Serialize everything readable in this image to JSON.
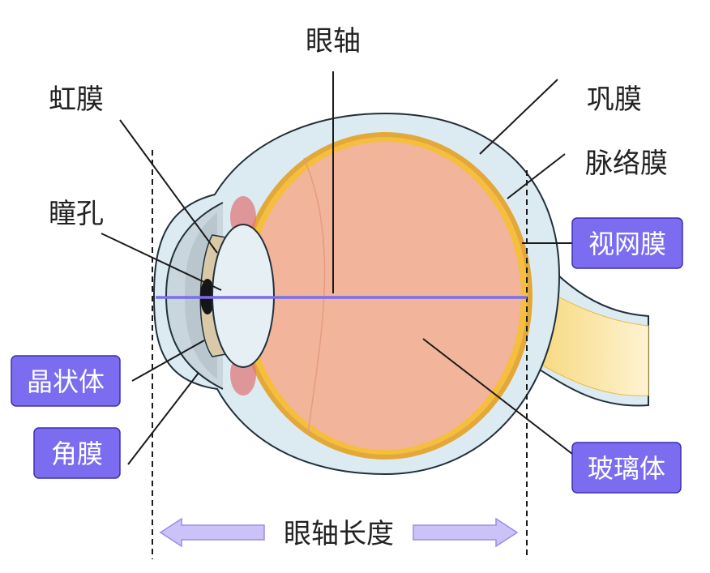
{
  "labels": {
    "axis": "眼轴",
    "iris": "虹膜",
    "pupil": "瞳孔",
    "lens": "晶状体",
    "cornea": "角膜",
    "sclera": "巩膜",
    "choroid": "脉络膜",
    "retina": "视网膜",
    "vitreous": "玻璃体",
    "axial_length": "眼轴长度"
  },
  "colors": {
    "vitreous": "#F2B49A",
    "sclera": "#DCEBF2",
    "retina_band": "#F6BE3E",
    "lens": "#E6EFF3",
    "iris": "#D9C9A8",
    "axis_line": "#7B6CF0",
    "label_box": "#7B6CF0",
    "arrow_fill": "#CBC3F7",
    "arrow_stroke": "#9A8DEB"
  }
}
